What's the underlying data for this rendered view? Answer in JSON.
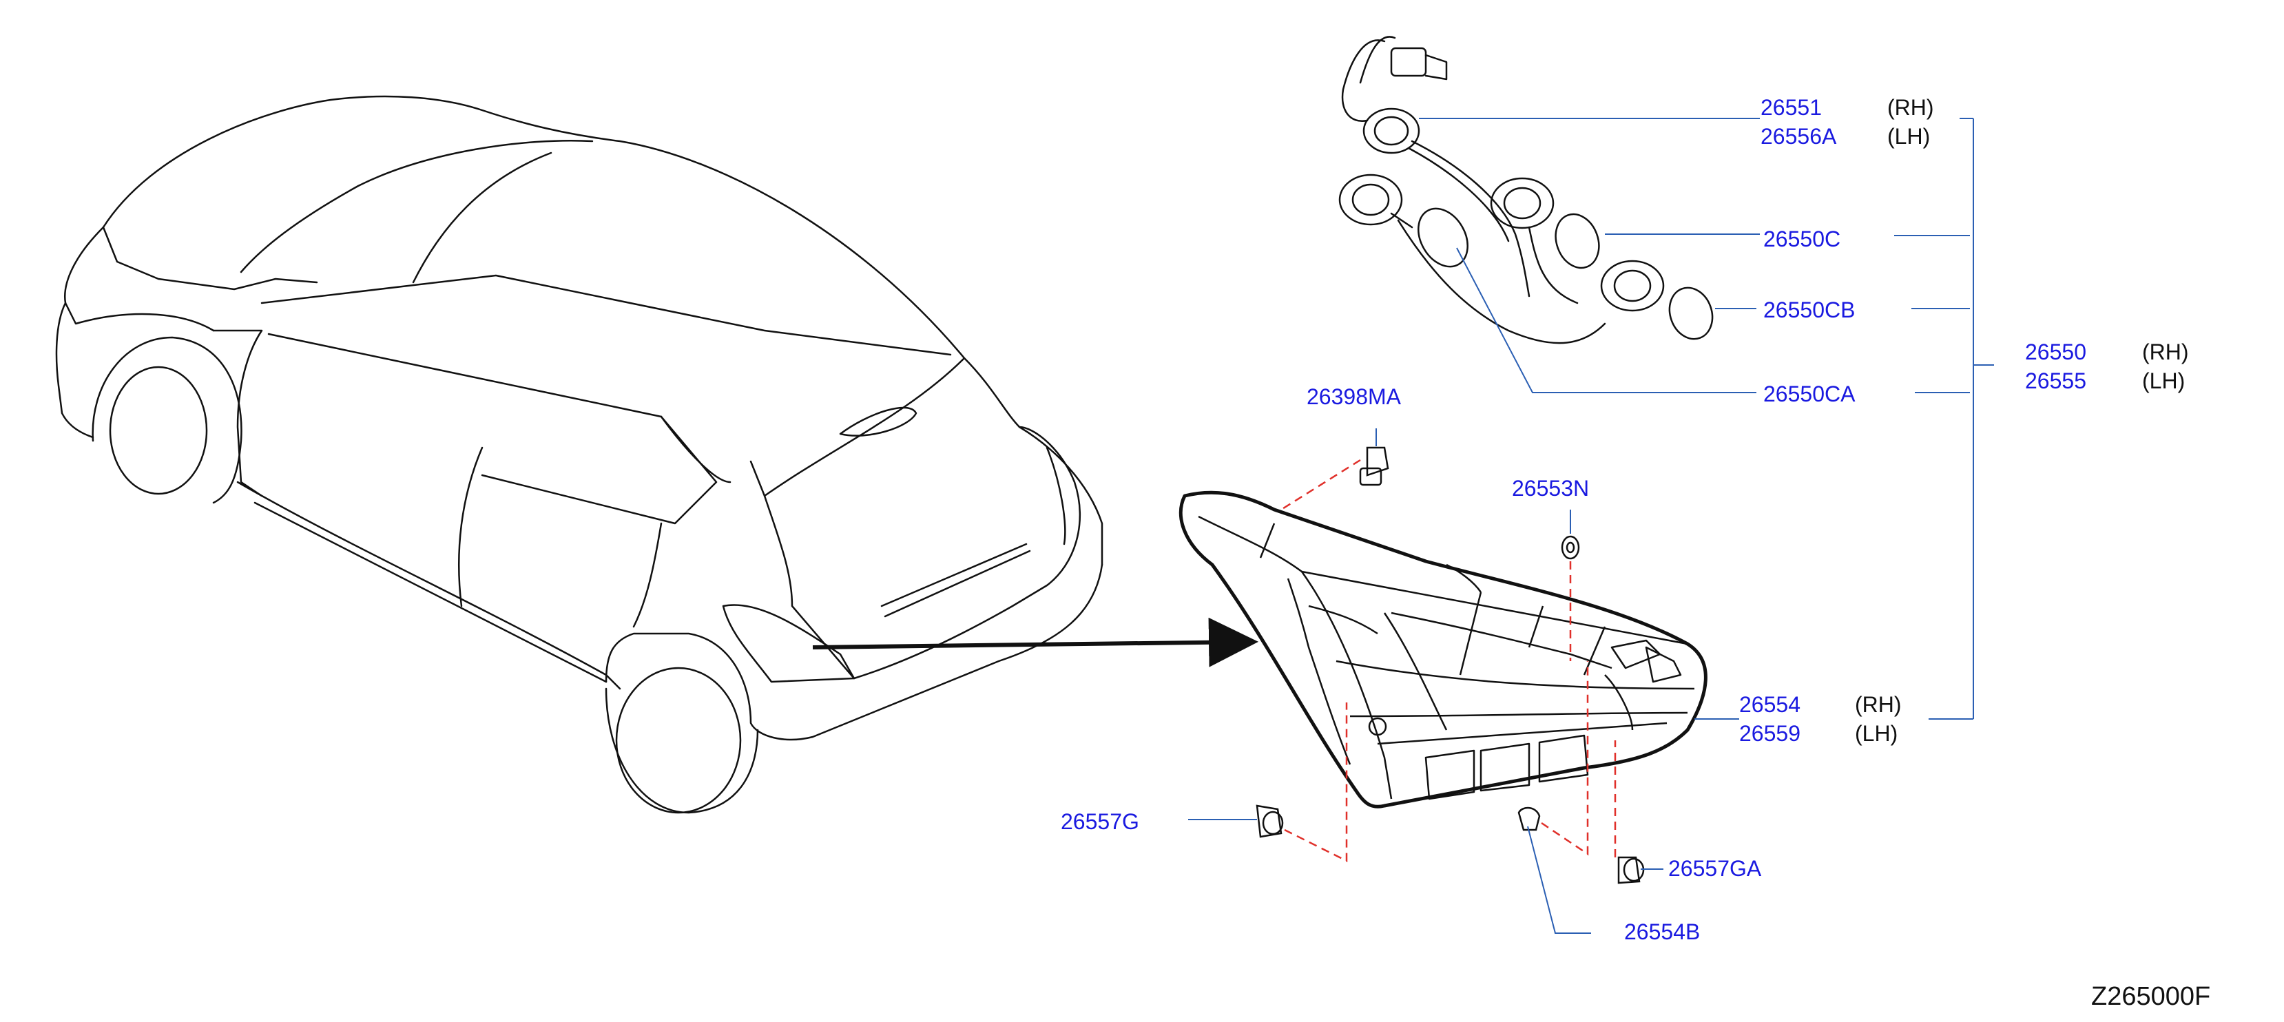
{
  "colors": {
    "part_number": "#1a1ae0",
    "leader": "#2b5fb3",
    "dash": "#e0302a",
    "ink": "#111111"
  },
  "diagram_code": "Z265000F",
  "parts": {
    "p26551": "26551",
    "p26556A": "26556A",
    "p26550C": "26550C",
    "p26550CB": "26550CB",
    "p26550CA": "26550CA",
    "p26550": "26550",
    "p26555": "26555",
    "p26398MA": "26398MA",
    "p26553N": "26553N",
    "p26554": "26554",
    "p26559": "26559",
    "p26557G": "26557G",
    "p26557GA": "26557GA",
    "p26554B": "26554B"
  },
  "sides": {
    "rh": "(RH)",
    "lh": "(LH)"
  }
}
